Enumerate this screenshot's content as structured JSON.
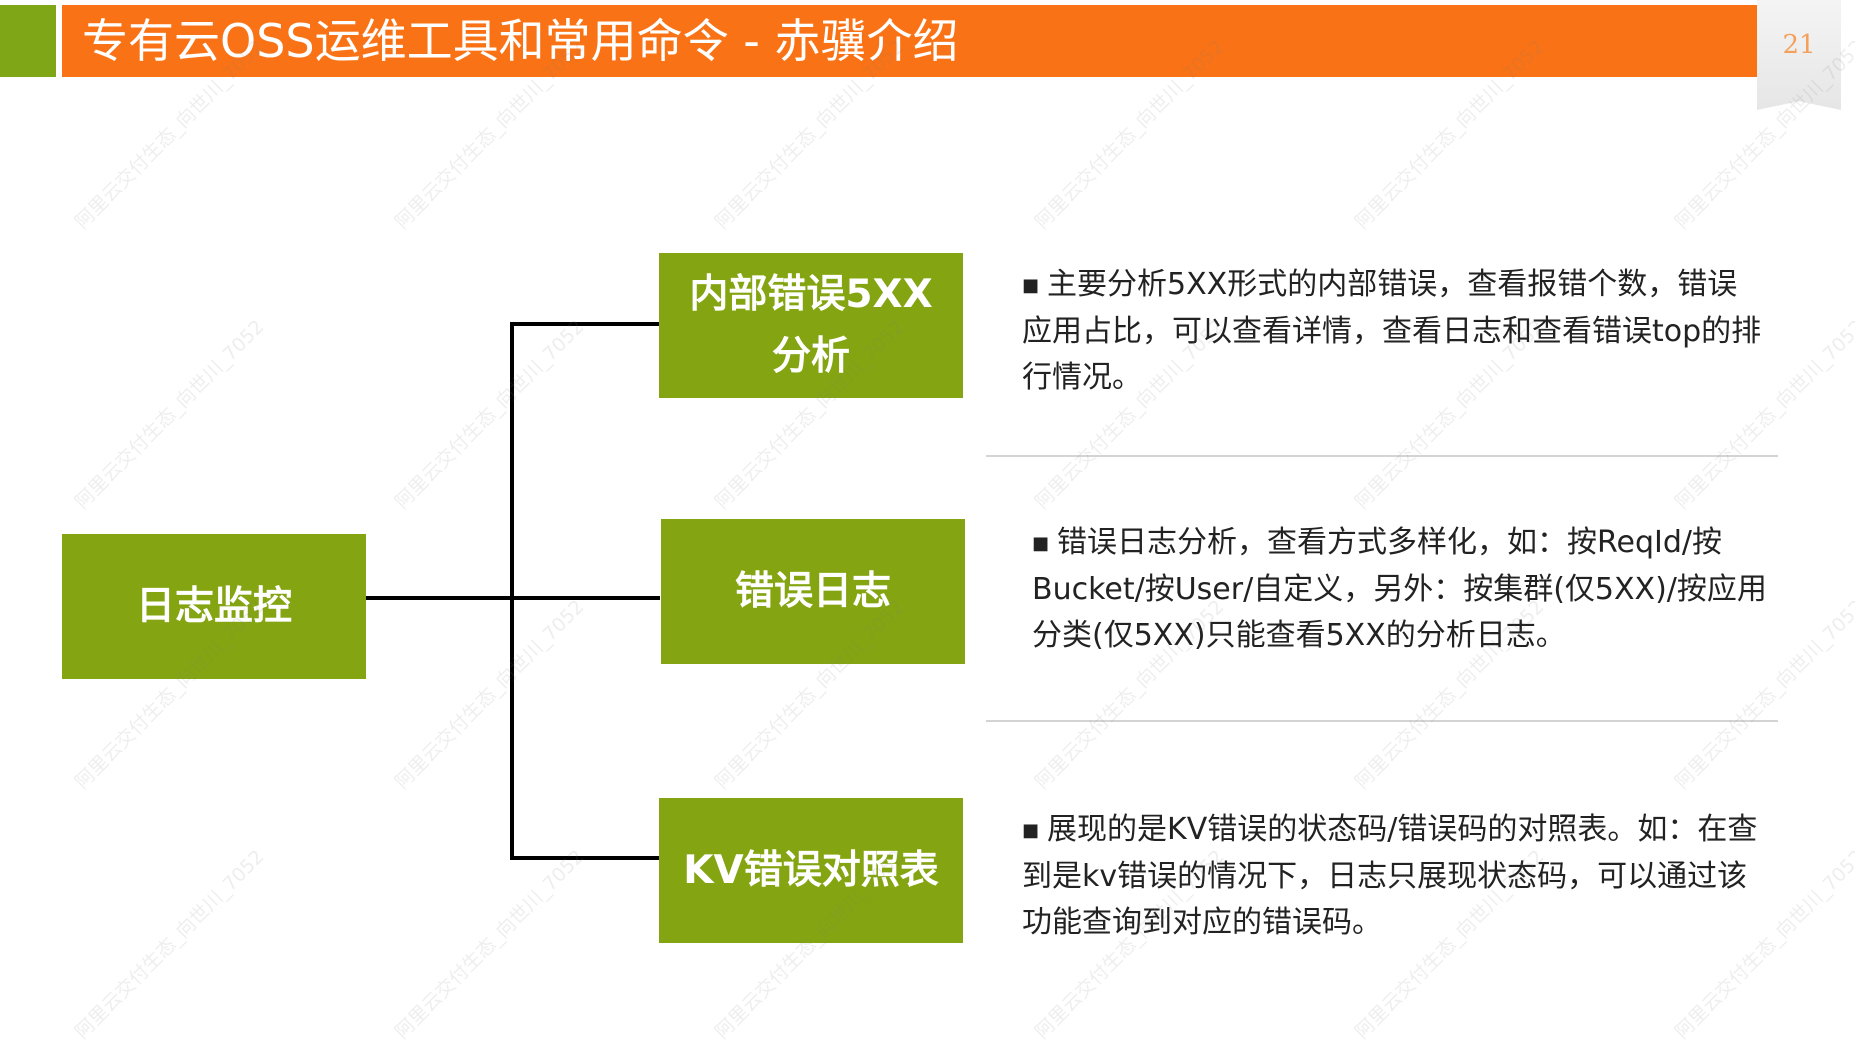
{
  "slide": {
    "title": "专有云OSS运维工具和常用命令 - 赤骥介绍",
    "page_number": "21"
  },
  "diagram": {
    "root": "日志监控",
    "branches": [
      {
        "title": "内部错误5XX分析",
        "description": "主要分析5XX形式的内部错误，查看报错个数，错误应用占比，可以查看详情，查看日志和查看错误top的排行情况。"
      },
      {
        "title": "错误日志",
        "description": "错误日志分析，查看方式多样化，如：按ReqId/按Bucket/按User/自定义，另外：按集群(仅5XX)/按应用分类(仅5XX)只能查看5XX的分析日志。"
      },
      {
        "title": "KV错误对照表",
        "description": "展现的是KV错误的状态码/错误码的对照表。如：在查到是kv错误的情况下，日志只展现状态码，可以通过该功能查询到对应的错误码。"
      }
    ]
  },
  "colors": {
    "title_bar": "#f97316",
    "accent_green": "#84a511",
    "page_number": "#f5a05a"
  },
  "watermark": "阿里云交付生态_向世川_7052"
}
